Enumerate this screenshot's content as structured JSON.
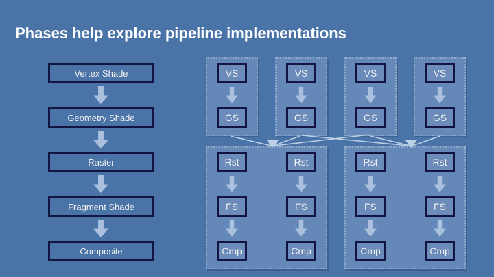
{
  "slide": {
    "title": "Phases help explore pipeline implementations",
    "background_color": "#4a74a8",
    "title_color": "#ffffff"
  },
  "colors": {
    "background": "#4a74a8",
    "group_fill": "#6488b8",
    "group_border": "#8fa9ca",
    "box_border": "#141442",
    "box_fill": "#6b8cbb",
    "arrow": "#aac0de",
    "text": "#f2f5fa",
    "connector": "#bdd0e6"
  },
  "legend_column": {
    "name": "pipeline-stage-names",
    "stages": [
      {
        "label": "Vertex Shade"
      },
      {
        "label": "Geometry Shade"
      },
      {
        "label": "Raster"
      },
      {
        "label": "Fragment Shade"
      },
      {
        "label": "Composite"
      }
    ]
  },
  "implementation_columns": [
    {
      "index": 1,
      "top_group": {
        "stages": [
          "VS",
          "GS"
        ]
      },
      "bottom_group": {
        "stages": [
          "Rst",
          "FS",
          "Cmp"
        ]
      }
    },
    {
      "index": 2,
      "top_group": {
        "stages": [
          "VS",
          "GS"
        ]
      },
      "bottom_group": {
        "stages": [
          "Rst",
          "FS",
          "Cmp"
        ]
      }
    },
    {
      "index": 3,
      "top_group": {
        "stages": [
          "VS",
          "GS"
        ]
      },
      "bottom_group": {
        "stages": [
          "Rst",
          "FS",
          "Cmp"
        ]
      }
    },
    {
      "index": 4,
      "top_group": {
        "stages": [
          "VS",
          "GS"
        ]
      },
      "bottom_group": {
        "stages": [
          "Rst",
          "FS",
          "Cmp"
        ]
      }
    }
  ],
  "phase_groups": {
    "top": [
      {
        "id": "top-phase-1",
        "columns": [
          1
        ]
      },
      {
        "id": "top-phase-2",
        "columns": [
          2
        ]
      },
      {
        "id": "top-phase-3",
        "columns": [
          3
        ]
      },
      {
        "id": "top-phase-4",
        "columns": [
          4
        ]
      }
    ],
    "bottom": [
      {
        "id": "bottom-phase-a",
        "columns": [
          1,
          2
        ]
      },
      {
        "id": "bottom-phase-b",
        "columns": [
          3,
          4
        ]
      }
    ]
  },
  "stage_abbreviations": {
    "VS": "Vertex Shade",
    "GS": "Geometry Shade",
    "Rst": "Raster",
    "FS": "Fragment Shade",
    "Cmp": "Composite"
  }
}
